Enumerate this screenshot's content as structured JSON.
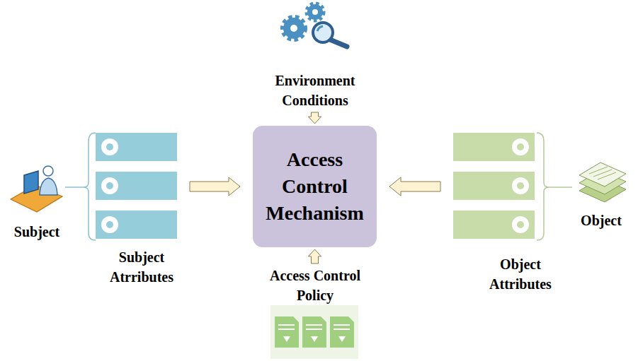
{
  "diagram": {
    "nodes": [
      {
        "text": [
          "Environment Conditions"
        ]
      },
      {
        "text": [
          "Subject"
        ]
      },
      {
        "text": [
          "Subject Atrributes"
        ]
      },
      {
        "text": [
          "Access Control Mechanism"
        ]
      },
      {
        "text": [
          "Object Attributes"
        ]
      },
      {
        "text": [
          "Object"
        ]
      },
      {
        "text": [
          "Access Control Policy"
        ]
      }
    ],
    "edges": [
      {
        "from": 0,
        "to": 3,
        "arrow": "to"
      },
      {
        "from": 1,
        "to": 2,
        "arrow": "none"
      },
      {
        "from": 2,
        "to": 3,
        "arrow": "to"
      },
      {
        "from": 4,
        "to": 3,
        "arrow": "to"
      },
      {
        "from": 5,
        "to": 4,
        "arrow": "none"
      },
      {
        "from": 6,
        "to": 3,
        "arrow": "to"
      }
    ]
  }
}
